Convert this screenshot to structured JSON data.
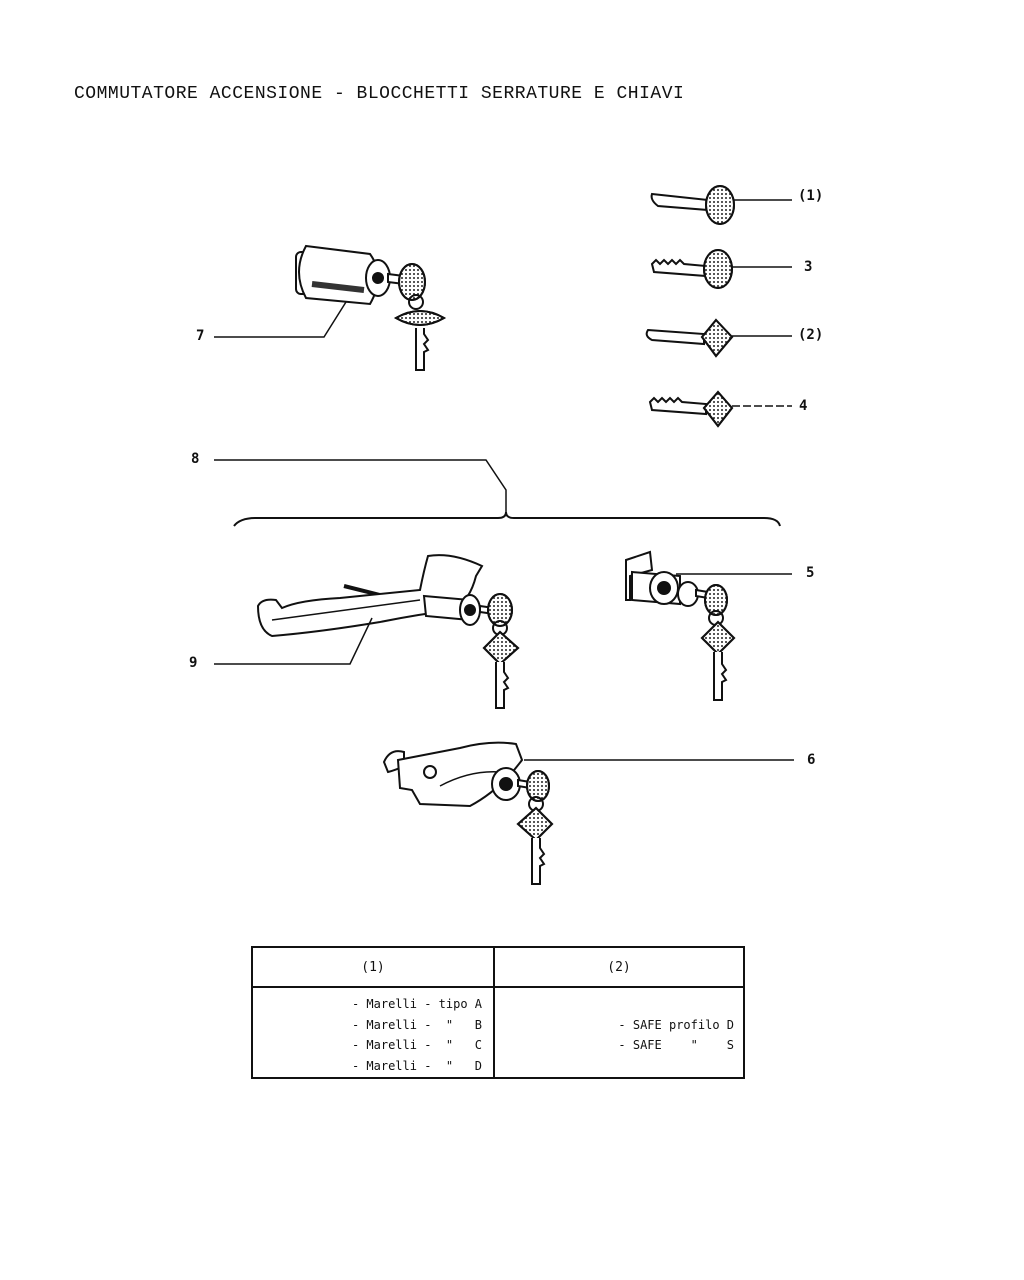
{
  "page": {
    "title": "COMMUTATORE ACCENSIONE - BLOCCHETTI SERRATURE E CHIAVI"
  },
  "callouts": {
    "key_1": "(1)",
    "key_3": "3",
    "key_2": "(2)",
    "key_4": "4",
    "ignition_switch": "7",
    "group_8": "8",
    "door_handle": "9",
    "lock_5": "5",
    "lock_6": "6"
  },
  "table": {
    "headers": [
      "(1)",
      "(2)"
    ],
    "col1_rows": [
      "- Marelli - tipo A",
      "- Marelli -  \"   B",
      "- Marelli -  \"   C",
      "- Marelli -  \"   D"
    ],
    "col2_rows": [
      "- SAFE profilo D",
      "- SAFE    \"    S"
    ]
  }
}
